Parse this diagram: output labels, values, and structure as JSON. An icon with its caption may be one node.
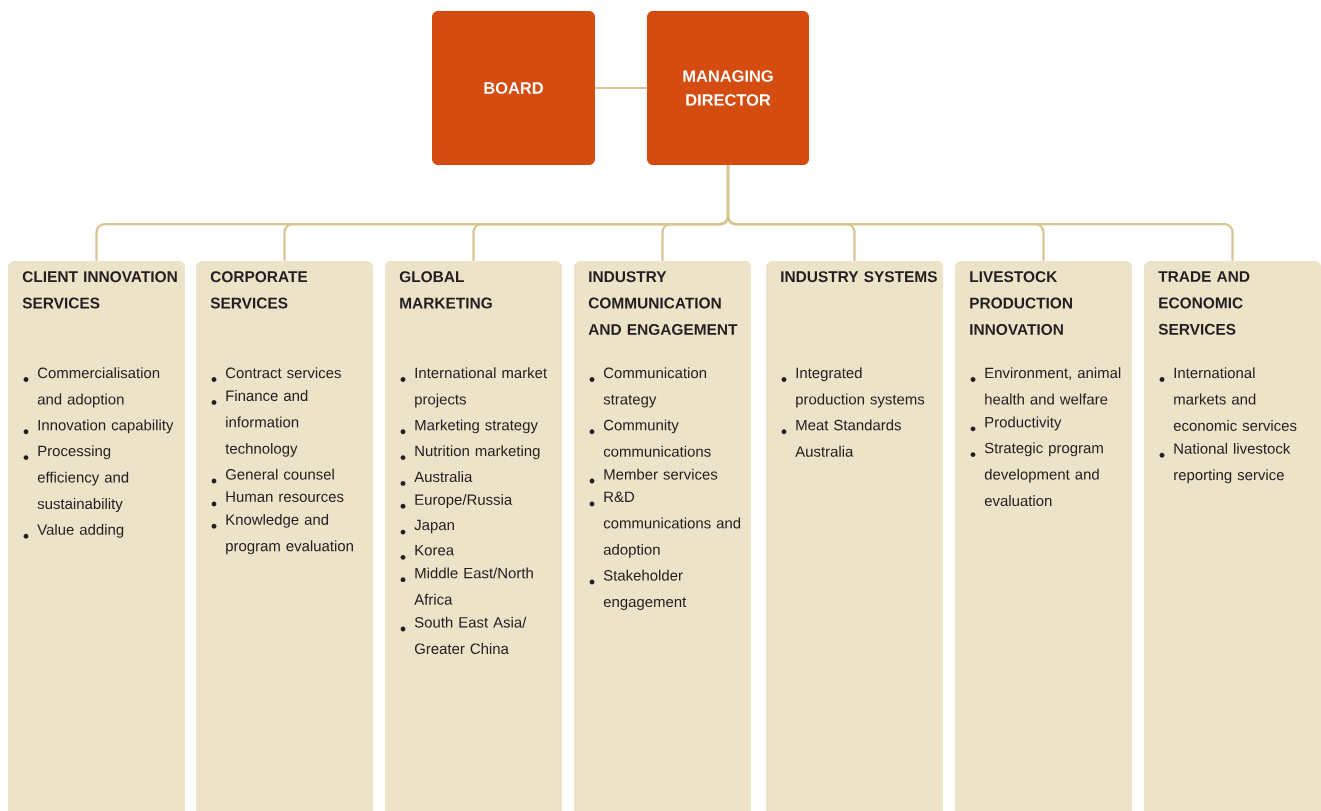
{
  "diagram": {
    "nodes": [
      {
        "text": [
          "BOARD"
        ]
      },
      {
        "text": [
          "MANAGING DIRECTOR"
        ]
      },
      {
        "text": [
          "CLIENT INNOVATION SERVICES",
          "Commercialisation and adoption",
          "Innovation capability",
          "Processing efficiency and sustainability",
          "Value adding"
        ]
      },
      {
        "text": [
          "CORPORATE SERVICES",
          "Contract services",
          "Finance and information technology",
          "General counsel",
          "Human resources",
          "Knowledge and program evaluation"
        ]
      },
      {
        "text": [
          "GLOBAL MARKETING",
          "International market projects",
          "Marketing strategy",
          "Nutrition marketing",
          "Australia",
          "Europe/Russia",
          "Japan",
          "Korea",
          "Middle East/North Africa",
          "South East Asia/ Greater China"
        ]
      },
      {
        "text": [
          "INDUSTRY COMMUNICATION AND ENGAGEMENT",
          "Communication strategy",
          "Community communications",
          "Member services",
          "R&D communications and adoption",
          "Stakeholder engagement"
        ]
      },
      {
        "text": [
          "INDUSTRY SYSTEMS",
          "Integrated production systems",
          "Meat Standards Australia"
        ]
      },
      {
        "text": [
          "LIVESTOCK PRODUCTION INNOVATION",
          "Environment, animal health and welfare",
          "Productivity",
          "Strategic program development and evaluation"
        ]
      },
      {
        "text": [
          "TRADE AND ECONOMIC SERVICES",
          "International markets and economic services",
          "National livestock reporting service"
        ]
      }
    ],
    "edges": [
      {
        "from": 0,
        "to": 1,
        "arrow": "none"
      },
      {
        "from": 1,
        "to": 2,
        "arrow": "none"
      },
      {
        "from": 1,
        "to": 3,
        "arrow": "none"
      },
      {
        "from": 1,
        "to": 4,
        "arrow": "none"
      },
      {
        "from": 1,
        "to": 5,
        "arrow": "none"
      },
      {
        "from": 1,
        "to": 6,
        "arrow": "none"
      },
      {
        "from": 1,
        "to": 7,
        "arrow": "none"
      },
      {
        "from": 1,
        "to": 8,
        "arrow": "none"
      }
    ]
  }
}
